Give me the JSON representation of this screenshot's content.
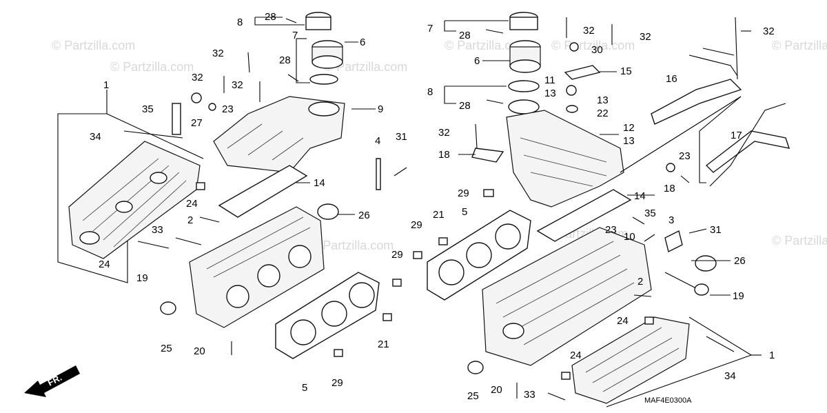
{
  "diagram": {
    "code": "MAF4E0300A",
    "direction_label": "FR.",
    "watermark": "© Partzilla.com",
    "callouts": [
      "8",
      "28",
      "7",
      "6",
      "32",
      "28",
      "32",
      "32",
      "9",
      "35",
      "23",
      "27",
      "1",
      "34",
      "4",
      "31",
      "14",
      "24",
      "26",
      "2",
      "33",
      "24",
      "19",
      "29",
      "25",
      "20",
      "5",
      "29",
      "21",
      "7",
      "28",
      "32",
      "32",
      "6",
      "30",
      "15",
      "11",
      "13",
      "8",
      "28",
      "13",
      "22",
      "16",
      "32",
      "32",
      "18",
      "12",
      "13",
      "17",
      "23",
      "18",
      "29",
      "14",
      "21",
      "5",
      "35",
      "3",
      "23",
      "31",
      "10",
      "29",
      "26",
      "2",
      "19",
      "24",
      "24",
      "1",
      "34",
      "25",
      "20",
      "33"
    ]
  }
}
